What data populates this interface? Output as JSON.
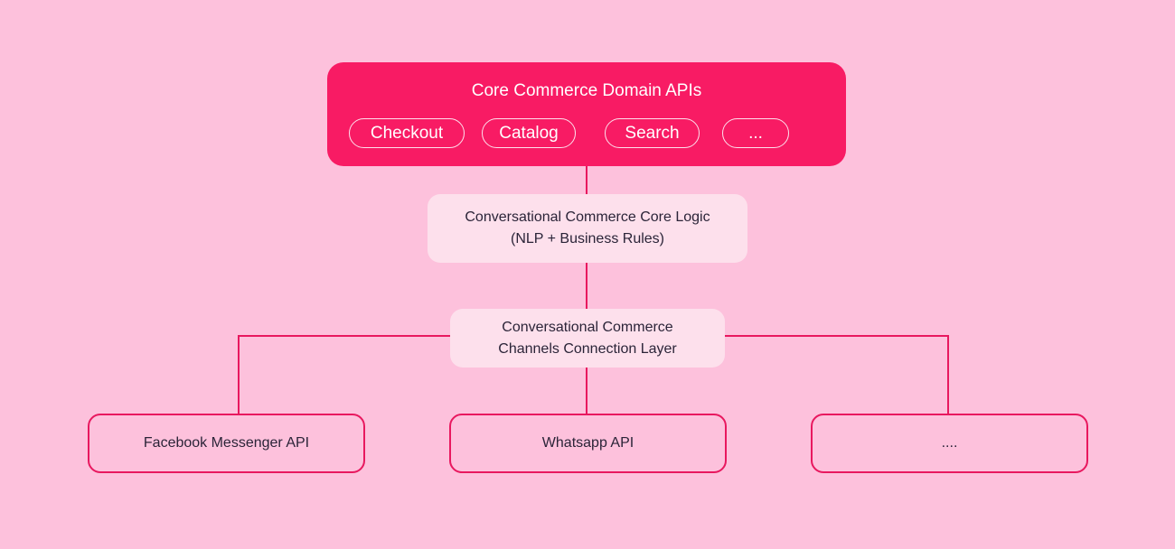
{
  "core_apis": {
    "title": "Core Commerce Domain APIs",
    "items": [
      "Checkout",
      "Catalog",
      "Search",
      "..."
    ]
  },
  "core_logic": {
    "line1": "Conversational Commerce Core Logic",
    "line2": "(NLP + Business Rules)"
  },
  "connection_layer": {
    "line1": "Conversational Commerce",
    "line2": "Channels Connection Layer"
  },
  "channels": [
    "Facebook Messenger API",
    "Whatsapp API",
    "...."
  ],
  "colors": {
    "background": "#fdc1dc",
    "accent": "#f81b64",
    "light_box": "#fde0ec"
  }
}
